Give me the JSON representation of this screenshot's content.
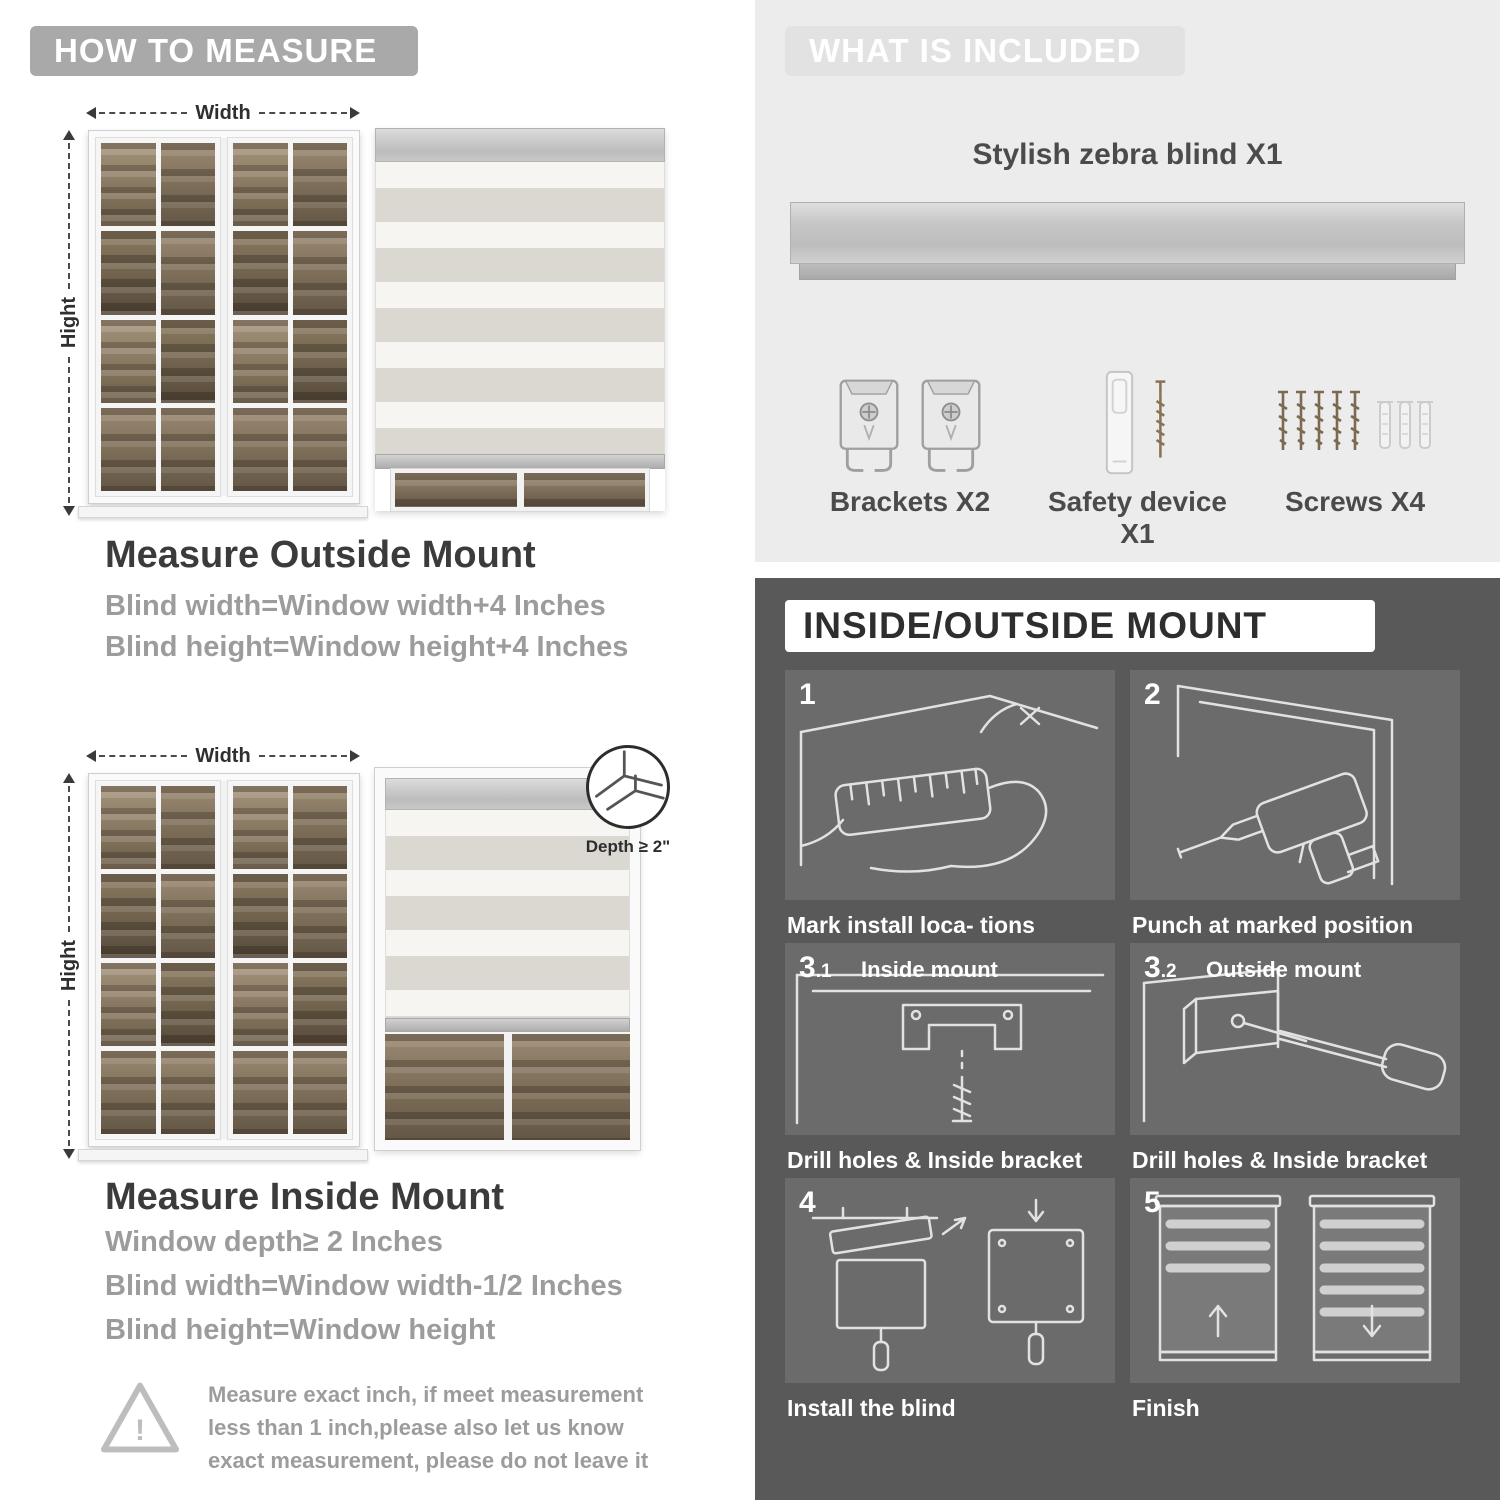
{
  "colors": {
    "header_pill_gray": "#a9a9a9",
    "section_light_gray": "#ececec",
    "section_dark_gray": "#595959",
    "panel_gray": "#6b6b6b",
    "heading_dark": "#3b3b3b",
    "body_gray": "#9c9c9c"
  },
  "measure": {
    "header": "HOW TO MEASURE",
    "outside": {
      "width_label": "Width",
      "height_label": "Hight",
      "title": "Measure Outside Mount",
      "line1": "Blind width=Window width+4 Inches",
      "line2": "Blind height=Window height+4 Inches"
    },
    "inside": {
      "width_label": "Width",
      "height_label": "Hight",
      "depth_label": "Depth ≥ 2\"",
      "title": "Measure Inside Mount",
      "line1": "Window depth≥ 2 Inches",
      "line2": "Blind width=Window width-1/2 Inches",
      "line3": "Blind height=Window height"
    },
    "warning_icon_glyph": "!",
    "warning_text": "Measure exact inch, if meet measurement less than 1 inch,please also let us know exact measurement, please do not leave it"
  },
  "included": {
    "header": "WHAT IS INCLUDED",
    "blind_label": "Stylish zebra blind X1",
    "items": [
      {
        "label": "Brackets X2"
      },
      {
        "label": "Safety device X1"
      },
      {
        "label": "Screws X4"
      }
    ]
  },
  "mount": {
    "header": "INSIDE/OUTSIDE MOUNT",
    "steps": [
      {
        "num": "1",
        "caption": "Mark install loca- tions"
      },
      {
        "num": "2",
        "caption": "Punch at  marked position"
      },
      {
        "num": "3",
        "sub": ".1",
        "label": "Inside mount",
        "caption": "Drill holes &  Inside bracket"
      },
      {
        "num": "3",
        "sub": ".2",
        "label": "Outside mount",
        "caption": "Drill holes &  Inside bracket"
      },
      {
        "num": "4",
        "caption": "Install the blind"
      },
      {
        "num": "5",
        "caption": "Finish"
      }
    ]
  }
}
